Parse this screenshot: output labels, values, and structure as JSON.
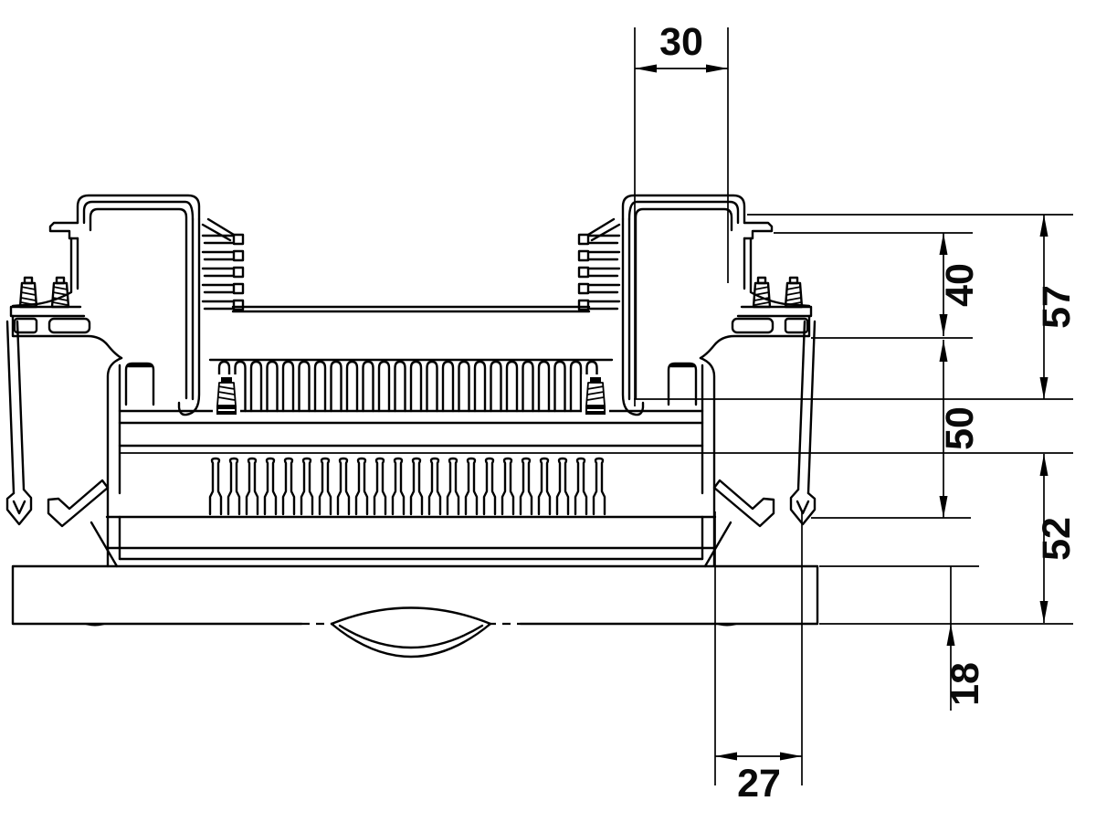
{
  "drawing": {
    "kind": "technical-cross-section",
    "stroke_color": "#000000",
    "background_color": "#ffffff",
    "dimensions": {
      "top_width": {
        "label": "30",
        "orientation": "horizontal",
        "location": "top-center"
      },
      "clamp_height": {
        "label": "40",
        "orientation": "vertical",
        "location": "right"
      },
      "overall_height": {
        "label": "57",
        "orientation": "vertical",
        "location": "right-outer"
      },
      "mid_height": {
        "label": "50",
        "orientation": "vertical",
        "location": "right"
      },
      "lower_height": {
        "label": "52",
        "orientation": "vertical",
        "location": "right-outer"
      },
      "plate_thickness": {
        "label": "18",
        "orientation": "vertical",
        "location": "bottom-right"
      },
      "bottom_width": {
        "label": "27",
        "orientation": "horizontal",
        "location": "bottom"
      }
    }
  }
}
